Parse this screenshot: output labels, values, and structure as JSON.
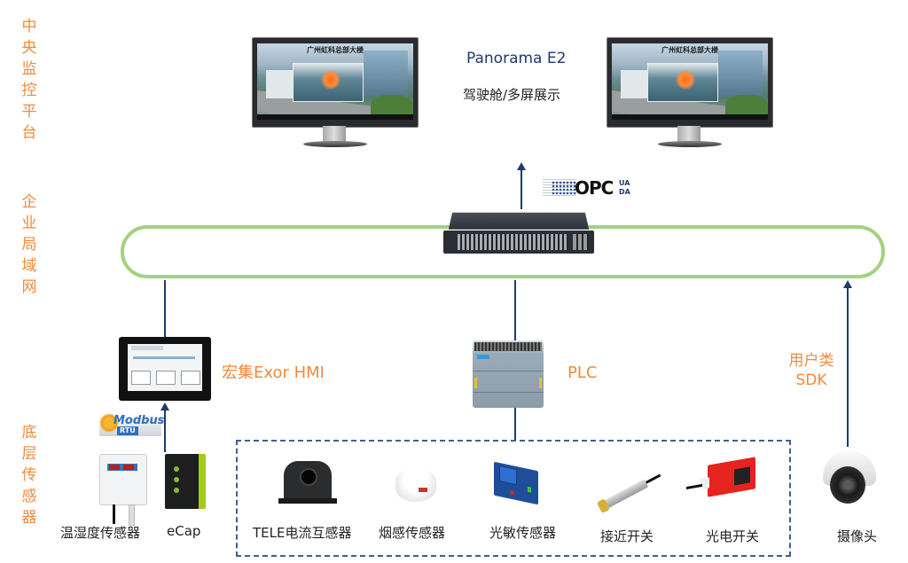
{
  "layers": {
    "central": "中央监控平台",
    "lan": "企业局域网",
    "sensors": "底层传感器"
  },
  "top": {
    "product_name": "Panorama E2",
    "product_desc": "驾驶舱/多屏展示",
    "monitor_screen_title": "广州虹科总部大楼"
  },
  "network": {
    "switch_label": "network-switch",
    "protocol_logo": "OPC",
    "protocol_variants": [
      "UA",
      "DA"
    ]
  },
  "devices": {
    "hmi": "宏集Exor HMI",
    "plc": "PLC",
    "sdk_label_line1": "用户类",
    "sdk_label_line2": "SDK",
    "modbus_logo": "Modbus",
    "modbus_sub": "RTU"
  },
  "sensors": {
    "temp_humidity": "温湿度传感器",
    "ecap": "eCap",
    "plc_group": [
      {
        "label": "TELE电流互感器",
        "icon": "current-transformer"
      },
      {
        "label": "烟感传感器",
        "icon": "smoke-detector"
      },
      {
        "label": "光敏传感器",
        "icon": "light-sensor"
      },
      {
        "label": "接近开关",
        "icon": "proximity-switch"
      },
      {
        "label": "光电开关",
        "icon": "photoelectric-switch"
      }
    ],
    "camera": "摄像头"
  },
  "colors": {
    "accent_orange": "#f08a3c",
    "arrow_navy": "#1f3a6e",
    "ring_green": "#a3d27f",
    "text_dark": "#222222"
  }
}
